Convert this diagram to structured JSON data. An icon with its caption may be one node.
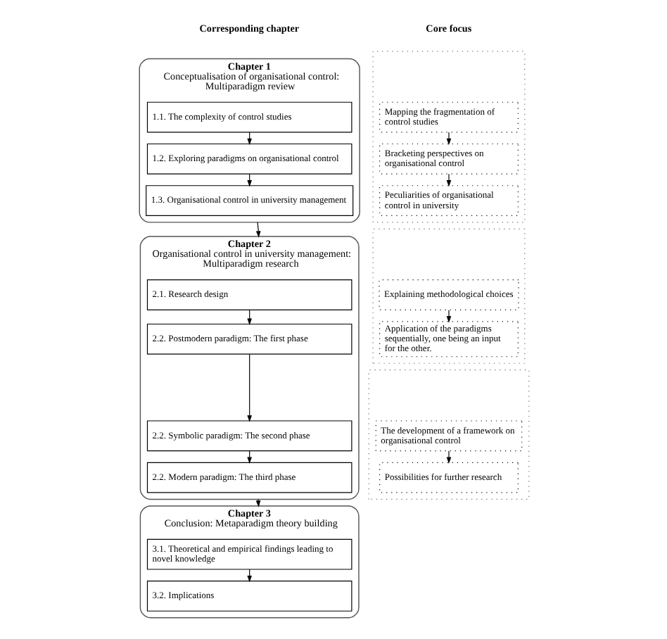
{
  "diagram": {
    "nodes": [
      {
        "text": [
          "Chapter 1",
          "Conceptualisation of organisational control: Multiparadigm review"
        ]
      },
      {
        "text": [
          "1.1. The complexity of control studies"
        ],
        "in": 0
      },
      {
        "text": [
          "1.2. Exploring paradigms on organisational control"
        ],
        "in": 0
      },
      {
        "text": [
          "1.3. Organisational control in university management"
        ],
        "in": 0
      },
      {
        "text": [],
        "shape": "box"
      },
      {
        "text": [
          "Mapping the fragmentation of control studies"
        ],
        "in": 4
      },
      {
        "text": [
          "Bracketing perspectives on organisational control"
        ],
        "in": 4
      },
      {
        "text": [
          "Peculiarities of organisational control in university"
        ],
        "in": 4
      },
      {
        "text": [
          "Chapter 2",
          "Organisational control in university management: Multiparadigm research"
        ]
      },
      {
        "text": [
          "2.1. Research design"
        ],
        "in": 8
      },
      {
        "text": [
          "2.2. Postmodern paradigm: The first phase"
        ],
        "in": 8
      },
      {
        "text": [
          "2.2. Symbolic paradigm: The second phase"
        ],
        "in": 8
      },
      {
        "text": [
          "2.2. Modern paradigm: The third phase"
        ],
        "in": 8
      },
      {
        "text": [],
        "shape": "box"
      },
      {
        "text": [
          "Explaining methodological choices"
        ],
        "in": 13
      },
      {
        "text": [
          "Application of the paradigms sequentially, one being an input for the other."
        ],
        "in": 13
      },
      {
        "text": [
          "Chapter 3",
          "Conclusion: Metaparadigm theory building"
        ]
      },
      {
        "text": [
          "3.1. Theoretical and empirical findings leading to novel knowledge"
        ],
        "in": 16
      },
      {
        "text": [
          "3.2. Implications"
        ],
        "in": 16
      },
      {
        "text": [],
        "shape": "box"
      },
      {
        "text": [
          "The development of a framework on organisational control"
        ],
        "in": 19
      },
      {
        "text": [
          "Possibilities for further research"
        ],
        "in": 19
      }
    ],
    "edges": [
      {
        "from": 1,
        "to": 2,
        "arrow": "to"
      },
      {
        "from": 2,
        "to": 3,
        "arrow": "to"
      },
      {
        "from": 5,
        "to": 6,
        "arrow": "to"
      },
      {
        "from": 6,
        "to": 7,
        "arrow": "to"
      },
      {
        "from": 0,
        "to": 8,
        "arrow": "to"
      },
      {
        "from": 9,
        "to": 10,
        "arrow": "to"
      },
      {
        "from": 10,
        "to": 11,
        "arrow": "to"
      },
      {
        "from": 11,
        "to": 12,
        "arrow": "to"
      },
      {
        "from": 14,
        "to": 15,
        "arrow": "to"
      },
      {
        "from": 8,
        "to": 16,
        "arrow": "to"
      },
      {
        "from": 17,
        "to": 18,
        "arrow": "to"
      },
      {
        "from": 20,
        "to": 21,
        "arrow": "to"
      }
    ],
    "labels": [
      "Corresponding chapter",
      "Core focus"
    ]
  }
}
